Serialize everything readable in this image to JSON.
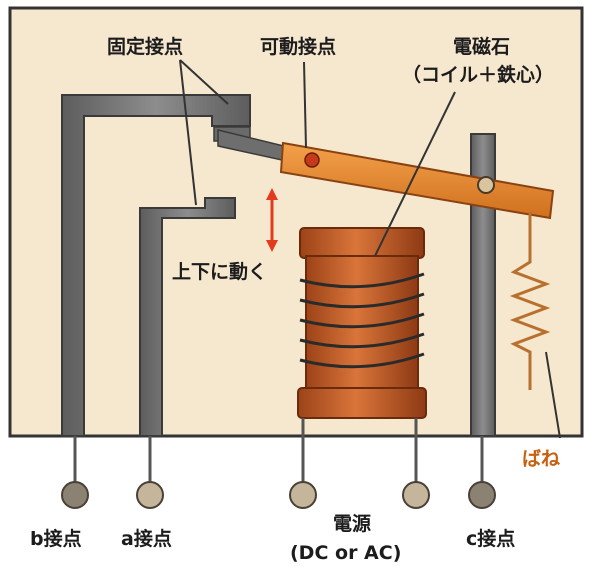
{
  "labels": {
    "fixed_contact": "固定接点",
    "movable_contact": "可動接点",
    "electromagnet_line1": "電磁石",
    "electromagnet_line2": "（コイル＋鉄心）",
    "up_down": "上下に動く",
    "spring": "ばね",
    "b_contact": "b接点",
    "a_contact": "a接点",
    "power_line1": "電源",
    "power_line2": "(DC or AC)",
    "c_contact": "c接点"
  },
  "colors": {
    "background": "#f6e7cf",
    "frame": "#333333",
    "metal": "#7a7a7a",
    "armature": "#e5872f",
    "coil": "#c8612a",
    "spring": "#b8702e",
    "arrow": "#e23b1e",
    "label_orange": "#c7600f"
  }
}
